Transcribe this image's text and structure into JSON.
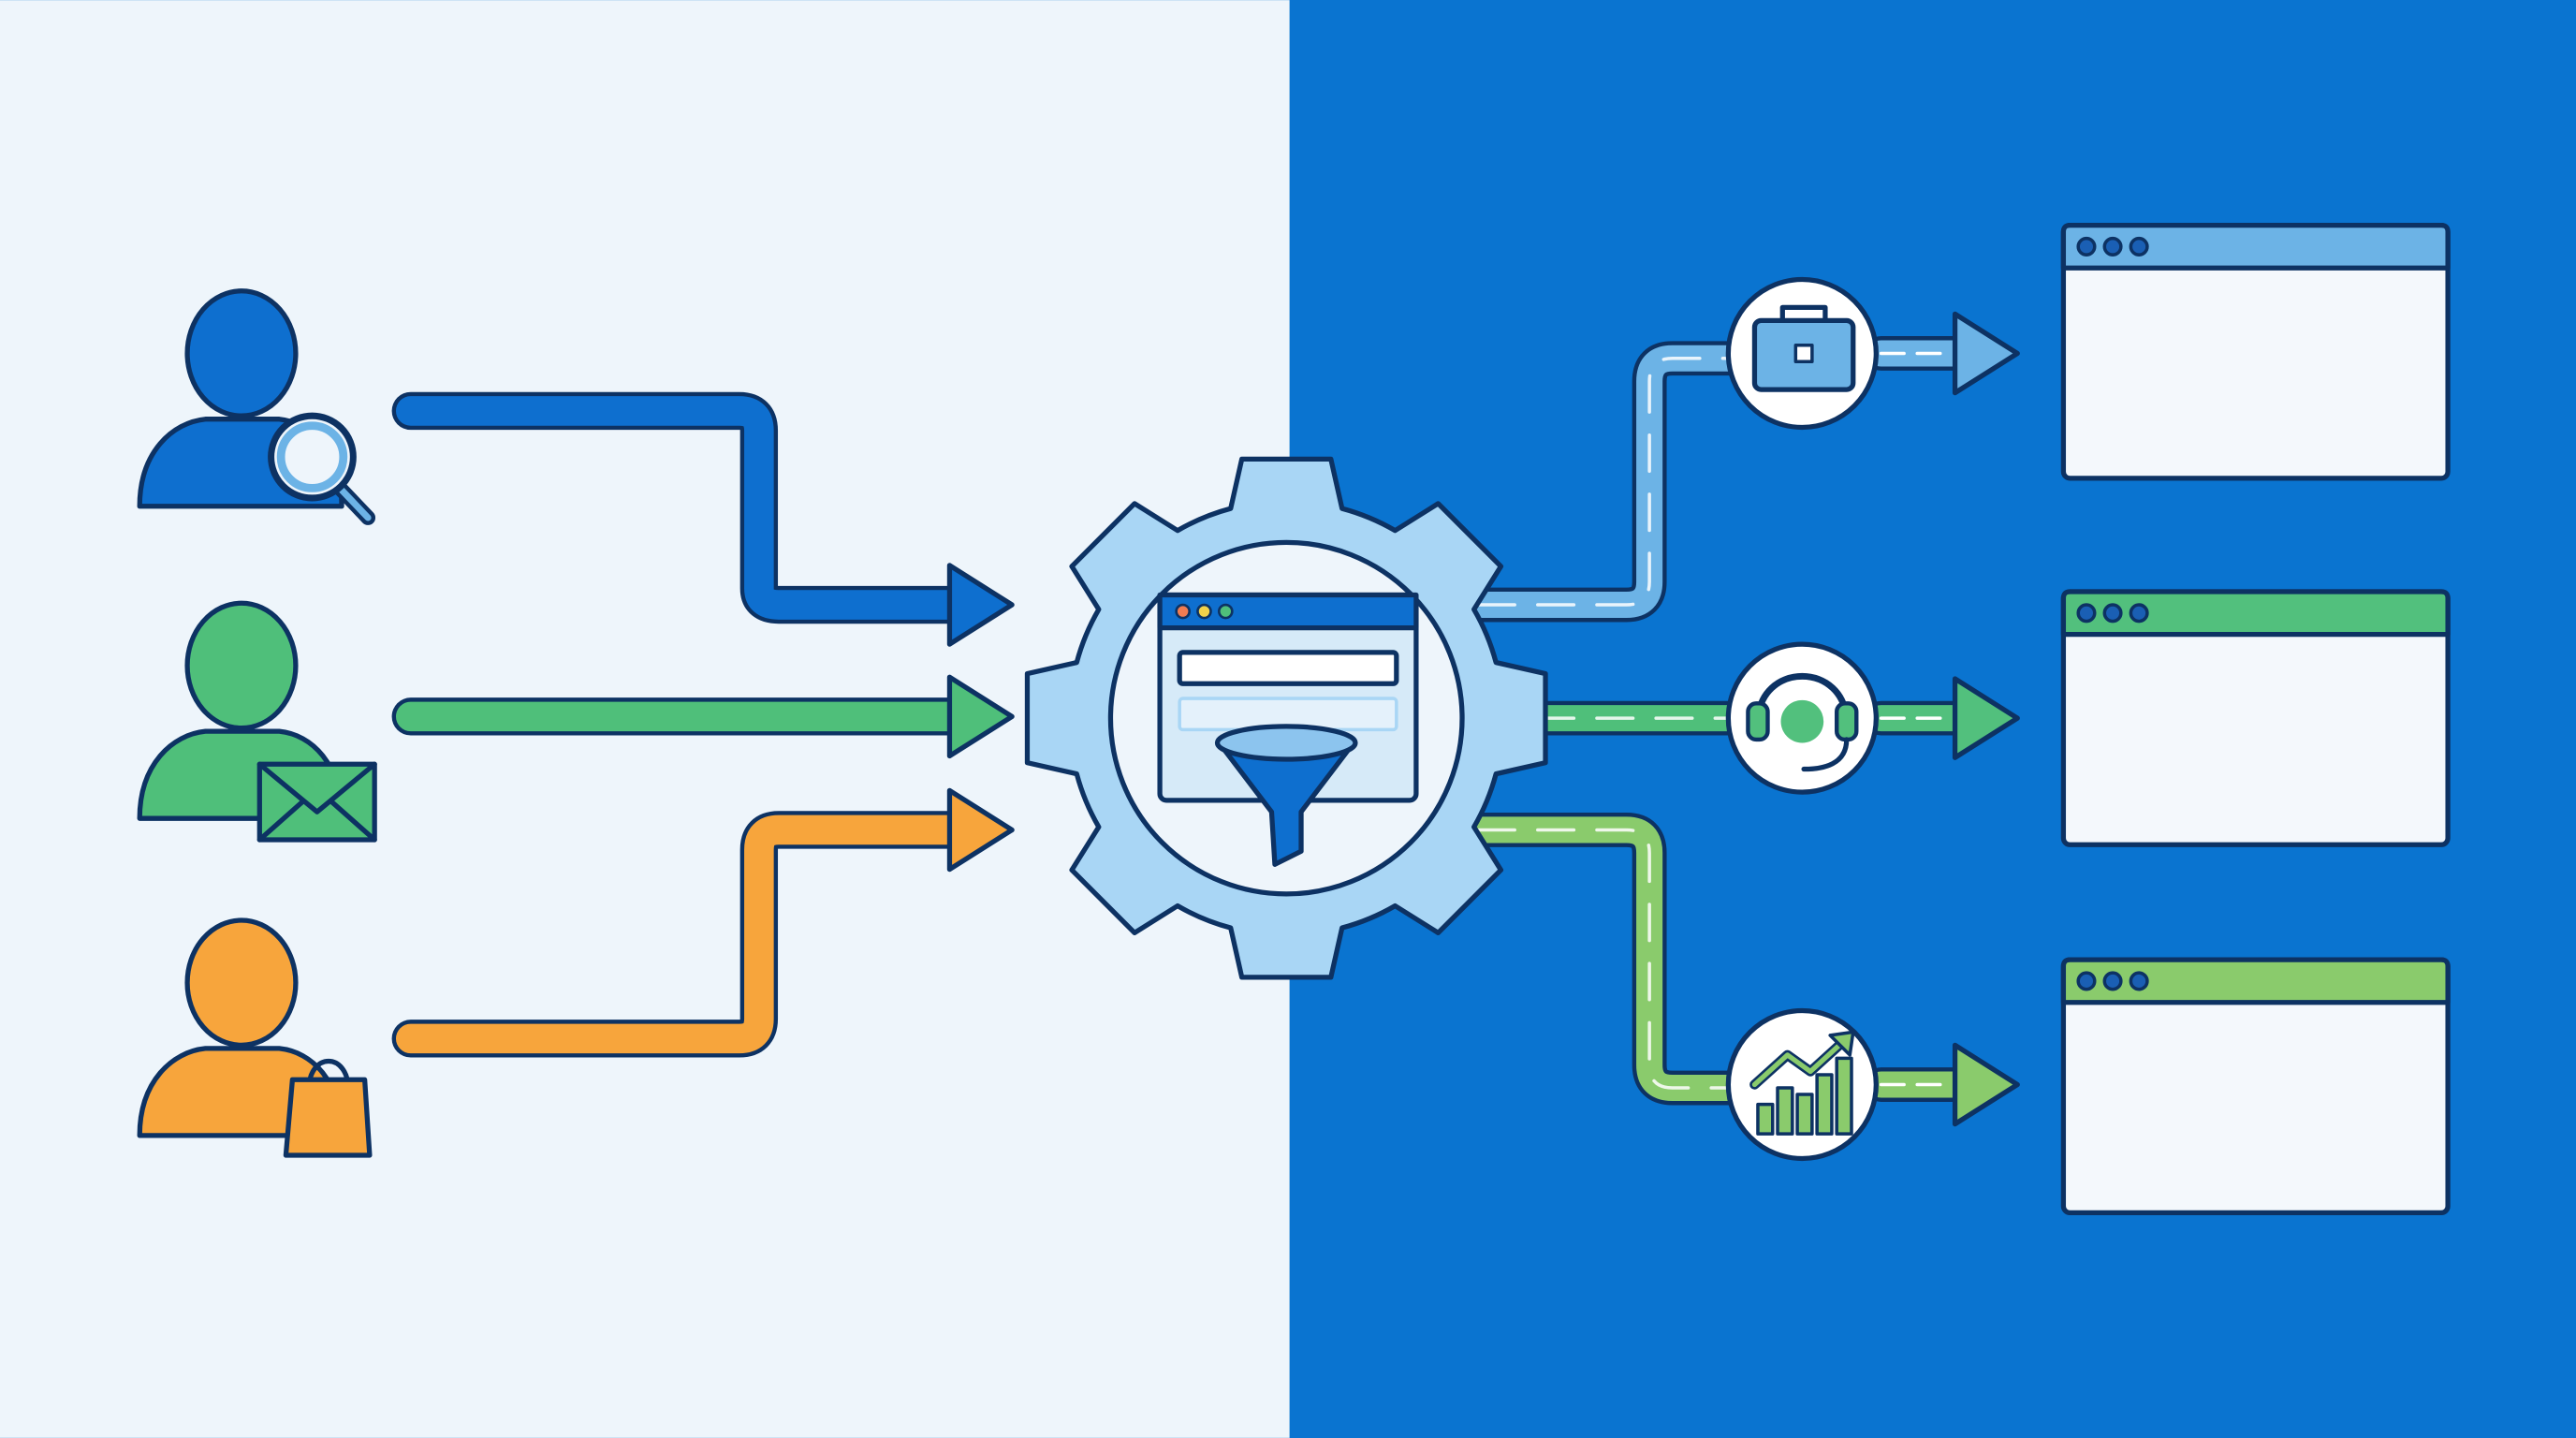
{
  "colors": {
    "left_background": "#eef5fb",
    "right_background": "#0a74d0",
    "outline": "#0d3263",
    "blue": "#0e6fcf",
    "green": "#4fbf7a",
    "orange": "#f7a53c",
    "light_blue": "#a9d6f5",
    "sky": "#6cb3e6",
    "lime": "#8acb6c",
    "window_body": "#f4f8fc"
  },
  "sources": [
    {
      "name": "searcher",
      "color": "#0e6fcf",
      "icon": "magnifier-icon"
    },
    {
      "name": "emailer",
      "color": "#4fbf7a",
      "icon": "envelope-icon"
    },
    {
      "name": "shopper",
      "color": "#f7a53c",
      "icon": "shopping-bag-icon"
    }
  ],
  "hub": {
    "icon": "gear-icon",
    "inner_icon": "browser-window-icon",
    "filter_icon": "funnel-icon"
  },
  "outputs": [
    {
      "icon": "briefcase-icon",
      "color": "#6cb3e6"
    },
    {
      "icon": "headset-icon",
      "color": "#52c07d"
    },
    {
      "icon": "growth-chart-icon",
      "color": "#8acb6c"
    }
  ]
}
